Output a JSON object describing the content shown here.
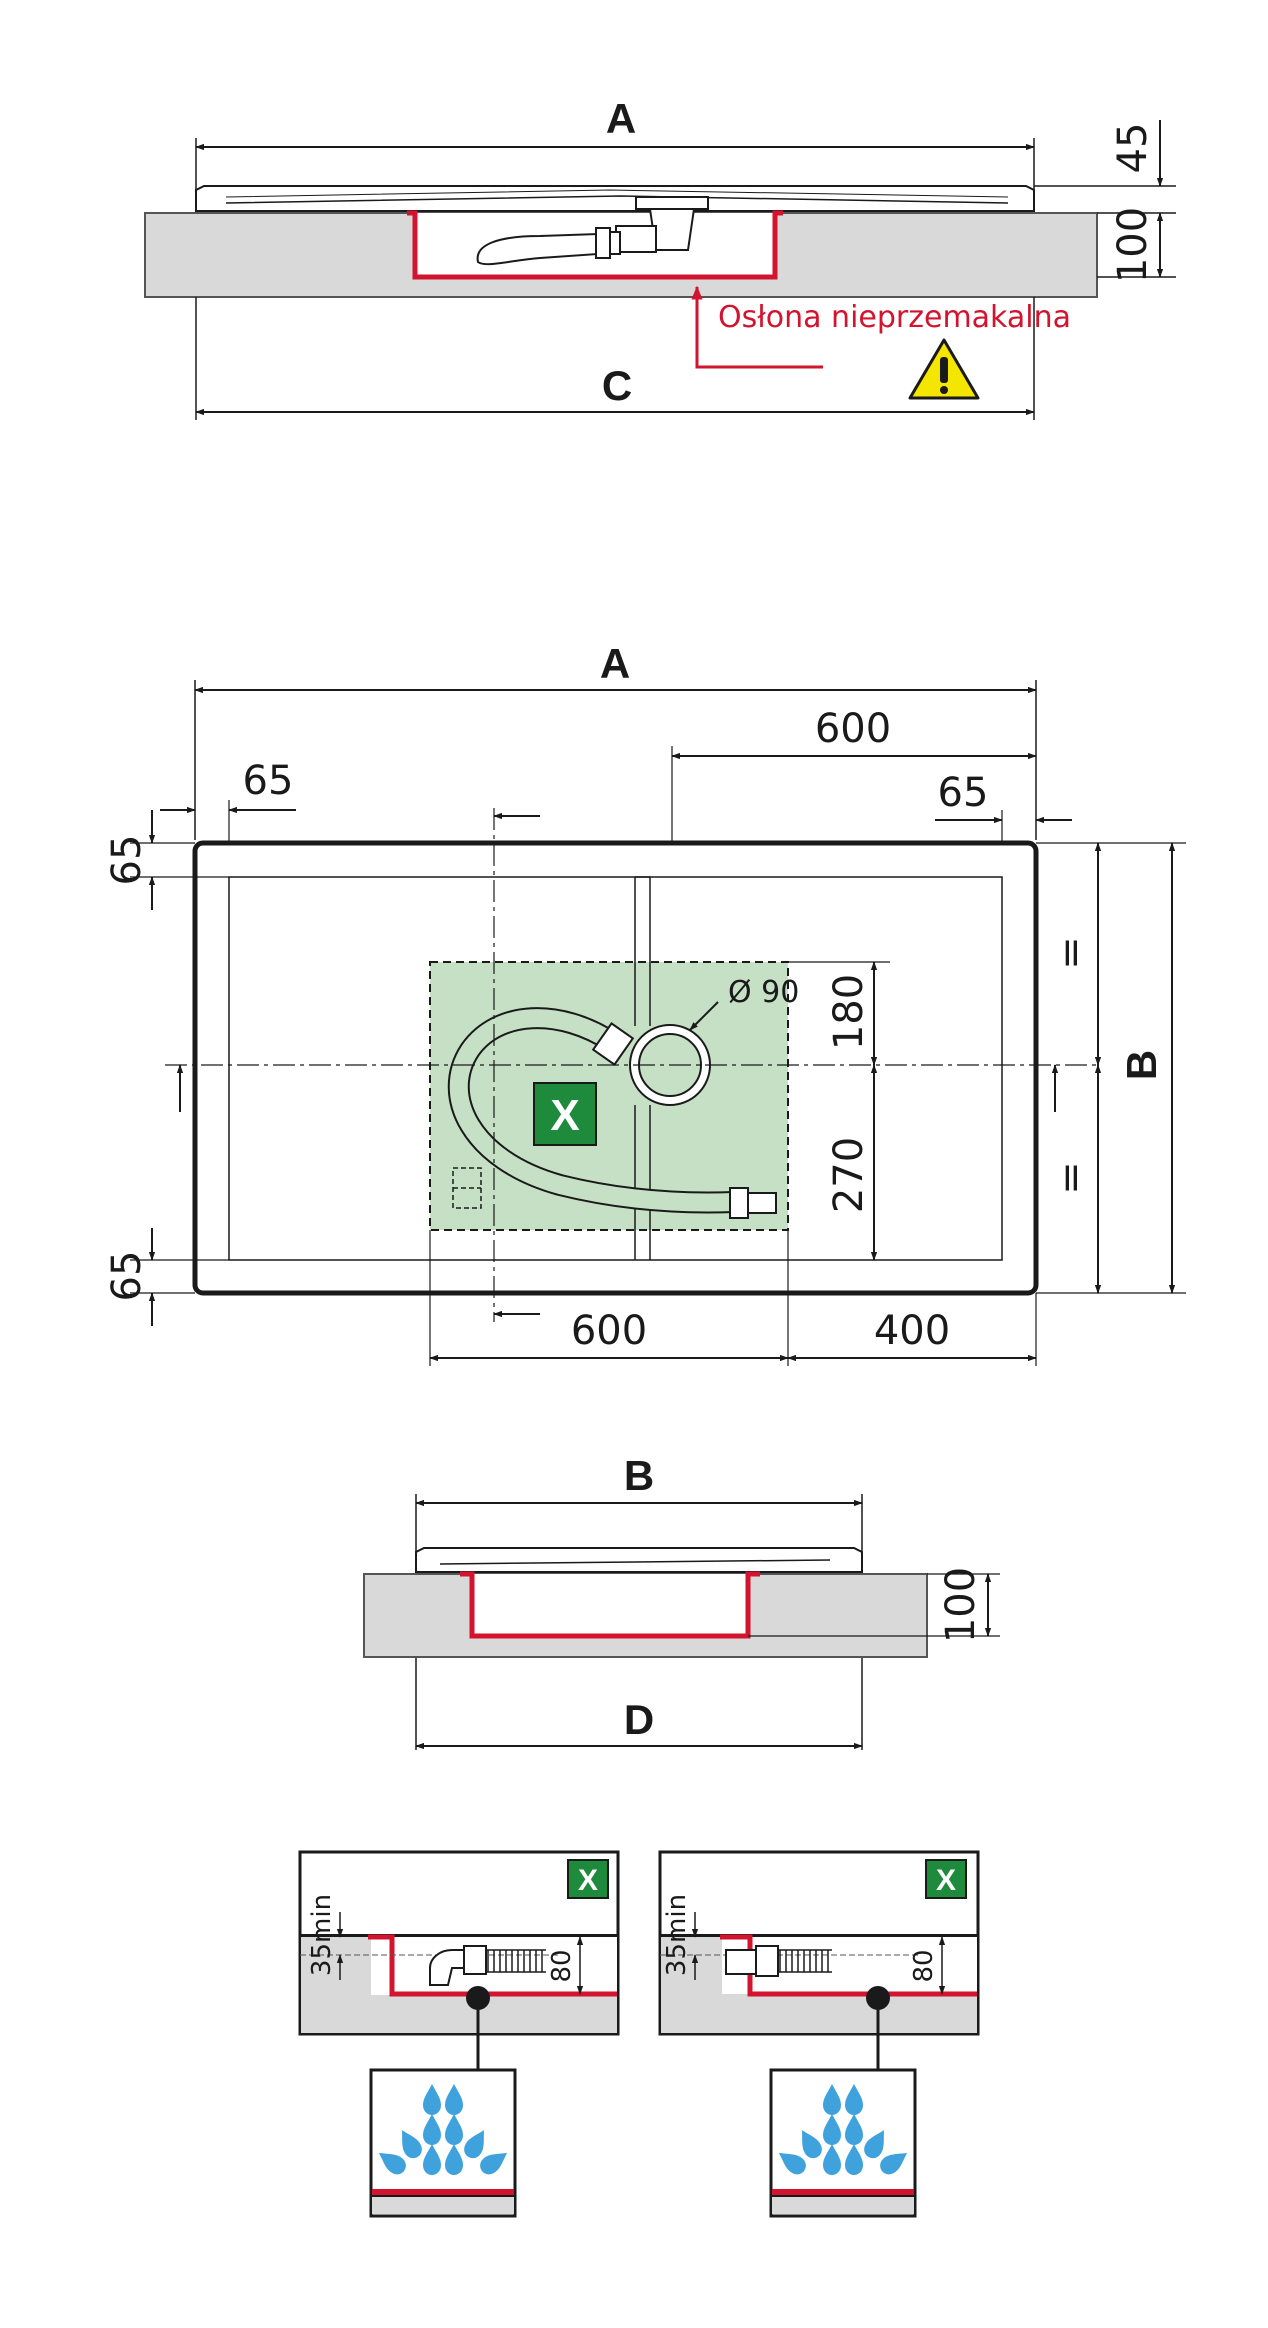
{
  "colors": {
    "slab": "#d9d9d9",
    "membrane": "#d2142e",
    "zone": "#c6e0c6",
    "badge": "#1d8a3c",
    "water": "#3fa2dc",
    "warning": "#f5e600"
  },
  "icons": [
    "warning-icon",
    "water-drop-icon",
    "drain-icon",
    "hose-icon"
  ],
  "side_view_long": {
    "label_top": "A",
    "label_bottom": "C",
    "dim_tray_height": "45",
    "dim_recess_depth": "100",
    "warning_text": "Osłona nieprzemakalna"
  },
  "plan_view": {
    "label_length": "A",
    "label_width": "B",
    "dim_drain_from_right": "600",
    "dim_rim_left": "65",
    "dim_rim_right": "65",
    "dim_rim_top": "65",
    "dim_rim_bottom": "65",
    "dim_diameter": "Ø 90",
    "dim_above_axis": "180",
    "dim_below_axis": "270",
    "dim_zone_width": "600",
    "dim_zone_to_right": "400",
    "equal_top": "=",
    "equal_bottom": "=",
    "zone_label": "X"
  },
  "side_view_short": {
    "label_top": "B",
    "label_bottom": "D",
    "dim_recess_depth": "100"
  },
  "details": [
    {
      "badge": "X",
      "dim_min_label": "35min",
      "dim_depth": "80"
    },
    {
      "badge": "X",
      "dim_min_label": "35min",
      "dim_depth": "80"
    }
  ]
}
